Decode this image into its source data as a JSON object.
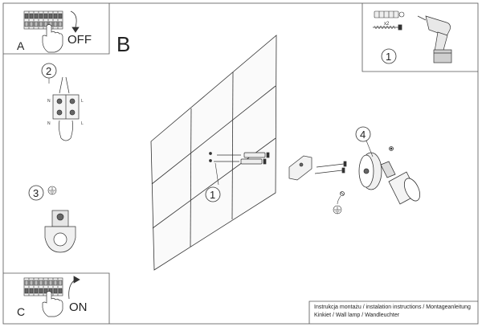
{
  "panel_a": {
    "letter": "A",
    "state": "OFF"
  },
  "panel_c": {
    "letter": "C",
    "state": "ON"
  },
  "section_b": {
    "letter": "B"
  },
  "kit": {
    "quantity": "x2",
    "step": "1"
  },
  "steps": {
    "two": "2",
    "three": "3",
    "four": "4",
    "wall_one": "1"
  },
  "terminal_labels": {
    "top_left": "N",
    "top_right": "L",
    "bottom_left": "N",
    "bottom_right": "L"
  },
  "footer": {
    "line1": "Instrukcja montażu / instalation instructions / Montageanleitung",
    "line2": "Kinkiet / Wall lamp / Wandleuchter"
  },
  "icons": [
    "hand-icon",
    "arrow-icon",
    "drill-icon",
    "ground-icon",
    "screw-icon",
    "dowel-icon",
    "connector-icon",
    "lamp-icon"
  ]
}
